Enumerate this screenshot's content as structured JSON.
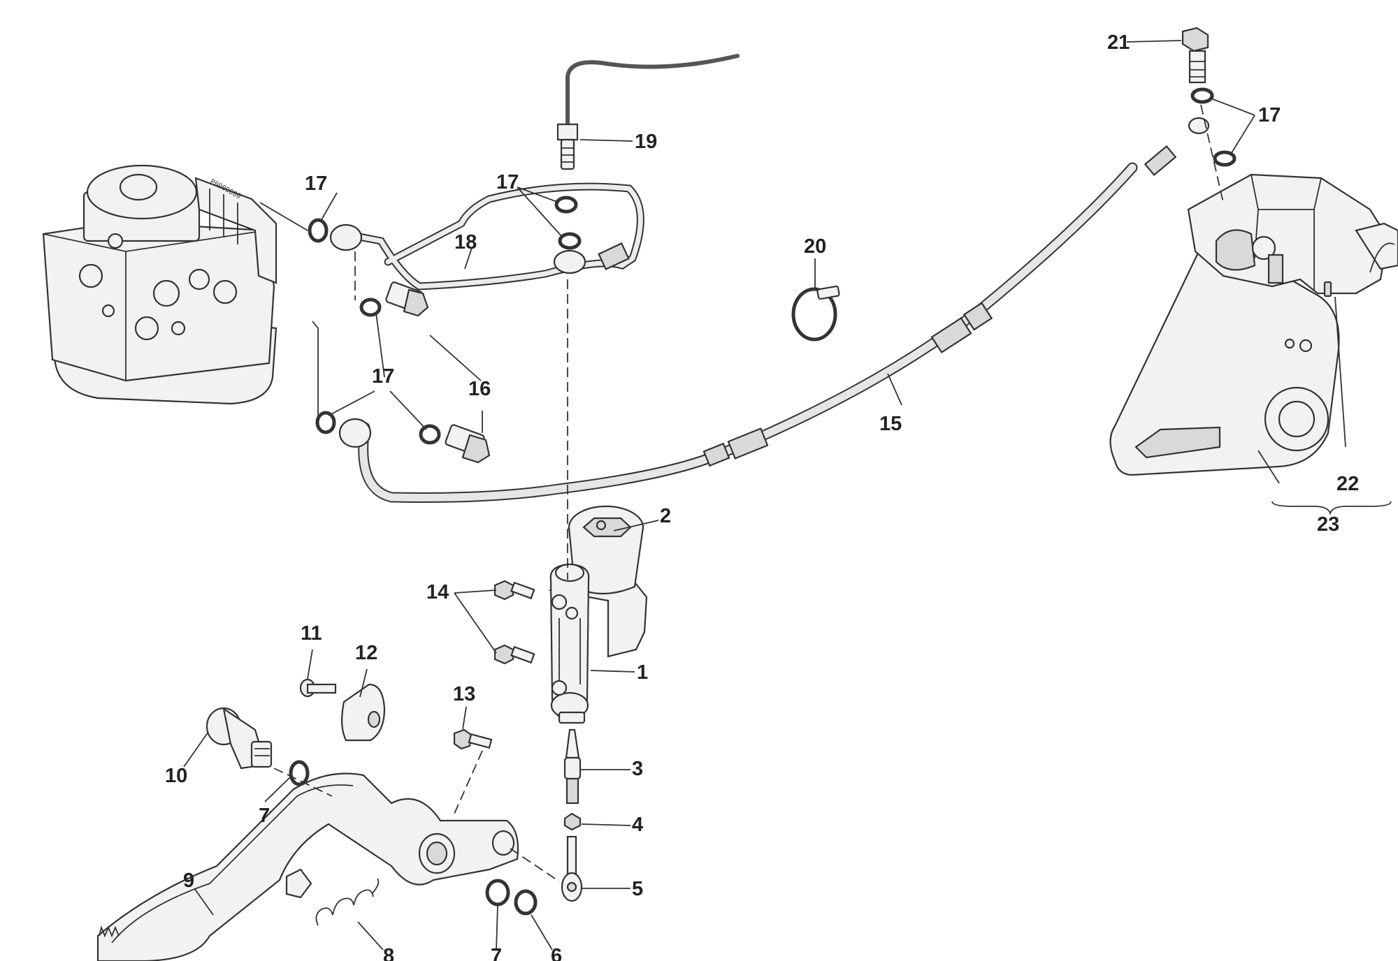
{
  "diagram": {
    "callouts": [
      {
        "id": "c1",
        "text": "1"
      },
      {
        "id": "c2",
        "text": "2"
      },
      {
        "id": "c3",
        "text": "3"
      },
      {
        "id": "c4",
        "text": "4"
      },
      {
        "id": "c5",
        "text": "5"
      },
      {
        "id": "c6",
        "text": "6"
      },
      {
        "id": "c7a",
        "text": "7"
      },
      {
        "id": "c7b",
        "text": "7"
      },
      {
        "id": "c8",
        "text": "8"
      },
      {
        "id": "c9",
        "text": "9"
      },
      {
        "id": "c10",
        "text": "10"
      },
      {
        "id": "c11",
        "text": "11"
      },
      {
        "id": "c12",
        "text": "12"
      },
      {
        "id": "c13",
        "text": "13"
      },
      {
        "id": "c14",
        "text": "14"
      },
      {
        "id": "c15",
        "text": "15"
      },
      {
        "id": "c16",
        "text": "16"
      },
      {
        "id": "c17a",
        "text": "17"
      },
      {
        "id": "c17b",
        "text": "17"
      },
      {
        "id": "c17c",
        "text": "17"
      },
      {
        "id": "c17d",
        "text": "17"
      },
      {
        "id": "c18",
        "text": "18"
      },
      {
        "id": "c19",
        "text": "19"
      },
      {
        "id": "c20",
        "text": "20"
      },
      {
        "id": "c21",
        "text": "21"
      },
      {
        "id": "c22",
        "text": "22"
      },
      {
        "id": "c23",
        "text": "23"
      }
    ],
    "abs_unit_marking": "P0000000"
  }
}
